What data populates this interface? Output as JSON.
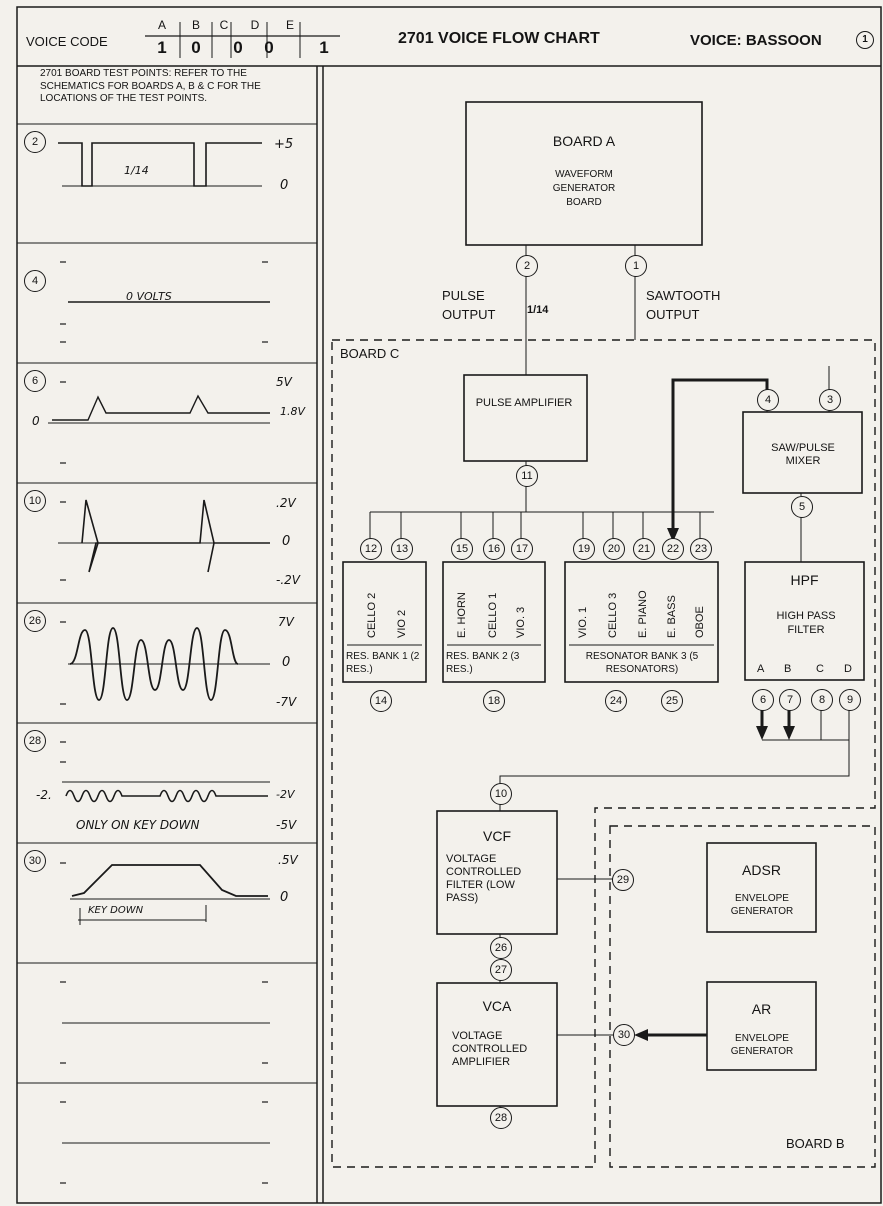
{
  "header": {
    "voice_code_label": "VOICE CODE",
    "code_letters": [
      "A",
      "B",
      "C",
      "D",
      "E"
    ],
    "code_values": [
      "1",
      "0",
      "0",
      "0",
      "1"
    ],
    "title": "2701 VOICE FLOW CHART",
    "voice": "VOICE: BASSOON",
    "voice_number": "1"
  },
  "note": "2701 BOARD TEST POINTS: REFER TO THE SCHEMATICS FOR BOARDS A, B & C FOR THE LOCATIONS OF THE TEST POINTS.",
  "scope_panels": [
    {
      "point": "2",
      "top_level": "+5",
      "bottom_level": "0",
      "annotation": "1/14"
    },
    {
      "point": "4",
      "annotation": "0 VOLTS"
    },
    {
      "point": "6",
      "top_level": "5V",
      "mid_level": "1.8V",
      "bottom_level": "0"
    },
    {
      "point": "10",
      "top_level": ".2V",
      "mid_level": "0",
      "bottom_level": "-.2V"
    },
    {
      "point": "26",
      "top_level": "7V",
      "mid_level": "0",
      "bottom_level": "-7V"
    },
    {
      "point": "28",
      "top_level": "-2V",
      "bottom_level": "-5V",
      "left_level": "-2.",
      "annotation": "ONLY ON KEY DOWN"
    },
    {
      "point": "30",
      "top_level": ".5V",
      "bottom_level": "0",
      "annotation": "KEY DOWN"
    },
    {
      "point": ""
    },
    {
      "point": ""
    }
  ],
  "boards": {
    "board_a": {
      "title": "BOARD A",
      "desc": "WAVEFORM GENERATOR BOARD"
    },
    "board_c": "BOARD C",
    "board_b": "BOARD B"
  },
  "outputs": {
    "pulse": "PULSE OUTPUT",
    "pulse_ratio": "1/14",
    "sawtooth": "SAWTOOTH OUTPUT"
  },
  "blocks": {
    "pulse_amp": "PULSE AMPLIFIER",
    "mixer": "SAW/PULSE MIXER",
    "hpf_title": "HPF",
    "hpf_desc": "HIGH PASS FILTER",
    "hpf_taps": [
      "A",
      "B",
      "C",
      "D"
    ],
    "res1_items": [
      "CELLO 2",
      "VIO 2"
    ],
    "res1_label": "RES. BANK 1 (2 RES.)",
    "res2_items": [
      "E. HORN",
      "CELLO 1",
      "VIO. 3"
    ],
    "res2_label": "RES. BANK 2 (3 RES.)",
    "res3_items": [
      "VIO. 1",
      "CELLO 3",
      "E. PIANO",
      "E. BASS",
      "OBOE"
    ],
    "res3_label": "RESONATOR BANK 3 (5 RESONATORS)",
    "vcf_title": "VCF",
    "vcf_desc": "VOLTAGE CONTROLLED FILTER (LOW PASS)",
    "vca_title": "VCA",
    "vca_desc": "VOLTAGE CONTROLLED AMPLIFIER",
    "adsr_title": "ADSR",
    "adsr_desc": "ENVELOPE GENERATOR",
    "ar_title": "AR",
    "ar_desc": "ENVELOPE GENERATOR"
  },
  "test_points": [
    "1",
    "2",
    "3",
    "4",
    "5",
    "6",
    "7",
    "8",
    "9",
    "10",
    "11",
    "12",
    "13",
    "14",
    "15",
    "16",
    "17",
    "18",
    "19",
    "20",
    "21",
    "22",
    "23",
    "24",
    "25",
    "26",
    "27",
    "28",
    "29",
    "30"
  ]
}
